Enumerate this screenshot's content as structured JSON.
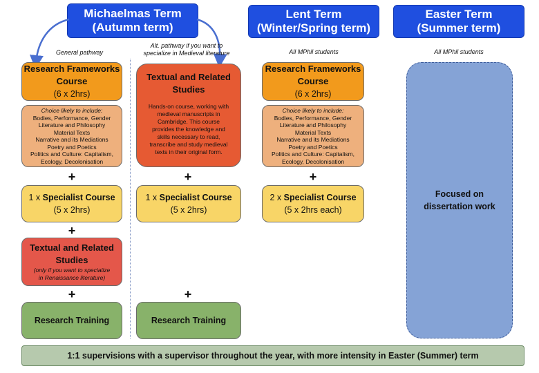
{
  "terms": {
    "michaelmas": {
      "title": "Michaelmas Term",
      "subtitle": "(Autumn term)"
    },
    "lent": {
      "title": "Lent Term",
      "subtitle": "(Winter/Spring term)"
    },
    "easter": {
      "title": "Easter Term",
      "subtitle": "(Summer term)"
    }
  },
  "notes": {
    "general_pathway": "General pathway",
    "alt_pathway_line1": "Alt. pathway if you want to",
    "alt_pathway_line2": "specialize in Medieval literature",
    "all_mphil_lent": "All MPhil students",
    "all_mphil_easter": "All MPhil students"
  },
  "general": {
    "rf_title_1": "Research Frameworks",
    "rf_title_2": "Course",
    "rf_sub": "(6 x 2hrs)",
    "choice_heading": "Choice likely to include:",
    "choices": [
      "Bodies, Performance, Gender",
      "Literature and Philosophy",
      "Material Texts",
      "Narrative and its Mediations",
      "Poetry and Poetics",
      "Politics and Culture: Capitalism,",
      "Ecology, Decolonisation"
    ],
    "specialist_pre": "1 x ",
    "specialist_bold": "Specialist Course",
    "specialist_sub": "(5 x 2hrs)",
    "trs_title_1": "Textual and Related",
    "trs_title_2": "Studies",
    "trs_note_1": "(only if you want to specialize",
    "trs_note_2": "in Renaissance literature)",
    "research_training": "Research Training"
  },
  "alt": {
    "trs_title_1": "Textual and Related",
    "trs_title_2": "Studies",
    "desc": [
      "Hands-on course, working with",
      "medieval manuscripts in",
      "Cambridge. This course",
      "provides the knowledge and",
      "skills necessary to read,",
      "transcribe and study medieval",
      "texts in their original form."
    ],
    "specialist_pre": "1 x ",
    "specialist_bold": "Specialist Course",
    "specialist_sub": "(5 x 2hrs)",
    "research_training": "Research Training"
  },
  "lent": {
    "rf_title_1": "Research Frameworks",
    "rf_title_2": "Course",
    "rf_sub": "(6 x 2hrs)",
    "choice_heading": "Choice likely to include:",
    "choices": [
      "Bodies, Performance, Gender",
      "Literature and Philosophy",
      "Material Texts",
      "Narrative and its Mediations",
      "Poetry and Poetics",
      "Politics and Culture: Capitalism,",
      "Ecology, Decolonisation"
    ],
    "specialist_pre": "2 x ",
    "specialist_bold": "Specialist Course",
    "specialist_sub": "(5 x 2hrs each)"
  },
  "easter": {
    "focus_1": "Focused on",
    "focus_2": "dissertation work"
  },
  "plus": "+",
  "footer": "1:1 supervisions with a supervisor throughout the year, with more intensity in Easter (Summer) term",
  "colors": {
    "term_header": "#1f4fe0",
    "orange": "#f29a1c",
    "tan": "#eeb07d",
    "yellow": "#f8d567",
    "red": "#e65a33",
    "green": "#88b26a",
    "blue": "#85a3d6",
    "footer": "#b6c9ad"
  }
}
